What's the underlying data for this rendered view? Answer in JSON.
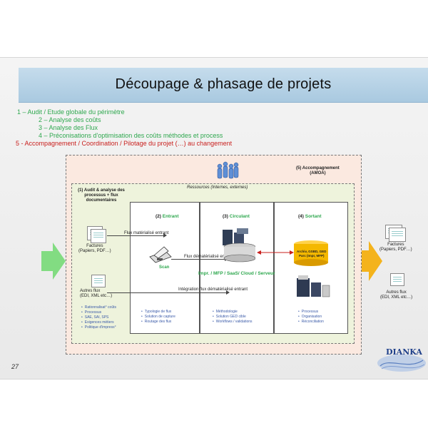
{
  "title": "Découpage & phasage de projets",
  "steps": [
    "1 – Audit / Etude globale  du périmètre",
    "2 – Analyse des coûts",
    "3 – Analyse des Flux",
    "4 – Préconisations d'optimisation des coûts méthodes et process",
    "5 - Accompagnement  / Coordination / Pilotage du projet (…) au changement"
  ],
  "colors": {
    "green": "#2fa84f",
    "red": "#c9201e",
    "title_bar": "#b8d3e7",
    "outer": "#fbe9e0",
    "inner": "#eef3dc",
    "arrow_in": "#6fd86f",
    "arrow_out": "#f4b31c",
    "storage": "#f4b800"
  },
  "diagram": {
    "amoa": "(5) Accompagnement\n(AMOA)",
    "resources": "Ressources (Internes, externes)",
    "audit": "(1) Audit & analyse des\nprocessus + flux\ndocumentaires",
    "col2_num": "(2) ",
    "col2_title": "Entrant",
    "col3_num": "(3) ",
    "col3_title": "Circulant",
    "col4_num": "(4) ",
    "col4_title": "Sortant",
    "factures_in": "Factures\n(Papiers, PDF…)",
    "autres_in": "Autres flux\n(EDI, XML etc…)",
    "flux1": "Flux matérialisé entrant",
    "flux2": "Flux dématérialisé entrant",
    "flux3": "Intégration flux dématérialisé entrant",
    "scan": "Scan",
    "server": "Impr. / MFP / SaaS/ Cloud / Serveur",
    "storage": "Archiv, GSBD, GED\nParc (Impr, MFP)",
    "factures_out": "Factures\n(Papiers, PDF…)",
    "autres_out": "Autres flux\n(EDI, XML etc…)",
    "list1": [
      "Rationnalisat° coûts",
      "Processus",
      "SAE, SAI, SPS",
      "Exigences métiers",
      "Politique d'impress°"
    ],
    "list2": [
      "Typologie de flux",
      "Solution de capture",
      "Routage des flux"
    ],
    "list3": [
      "Méthodologie",
      "Solution GED cible",
      "Workflows / validations"
    ],
    "list4": [
      "Processus",
      "Organisation",
      "Réconciliation"
    ]
  },
  "slide_number": "27",
  "logo_text": "DIANKA"
}
